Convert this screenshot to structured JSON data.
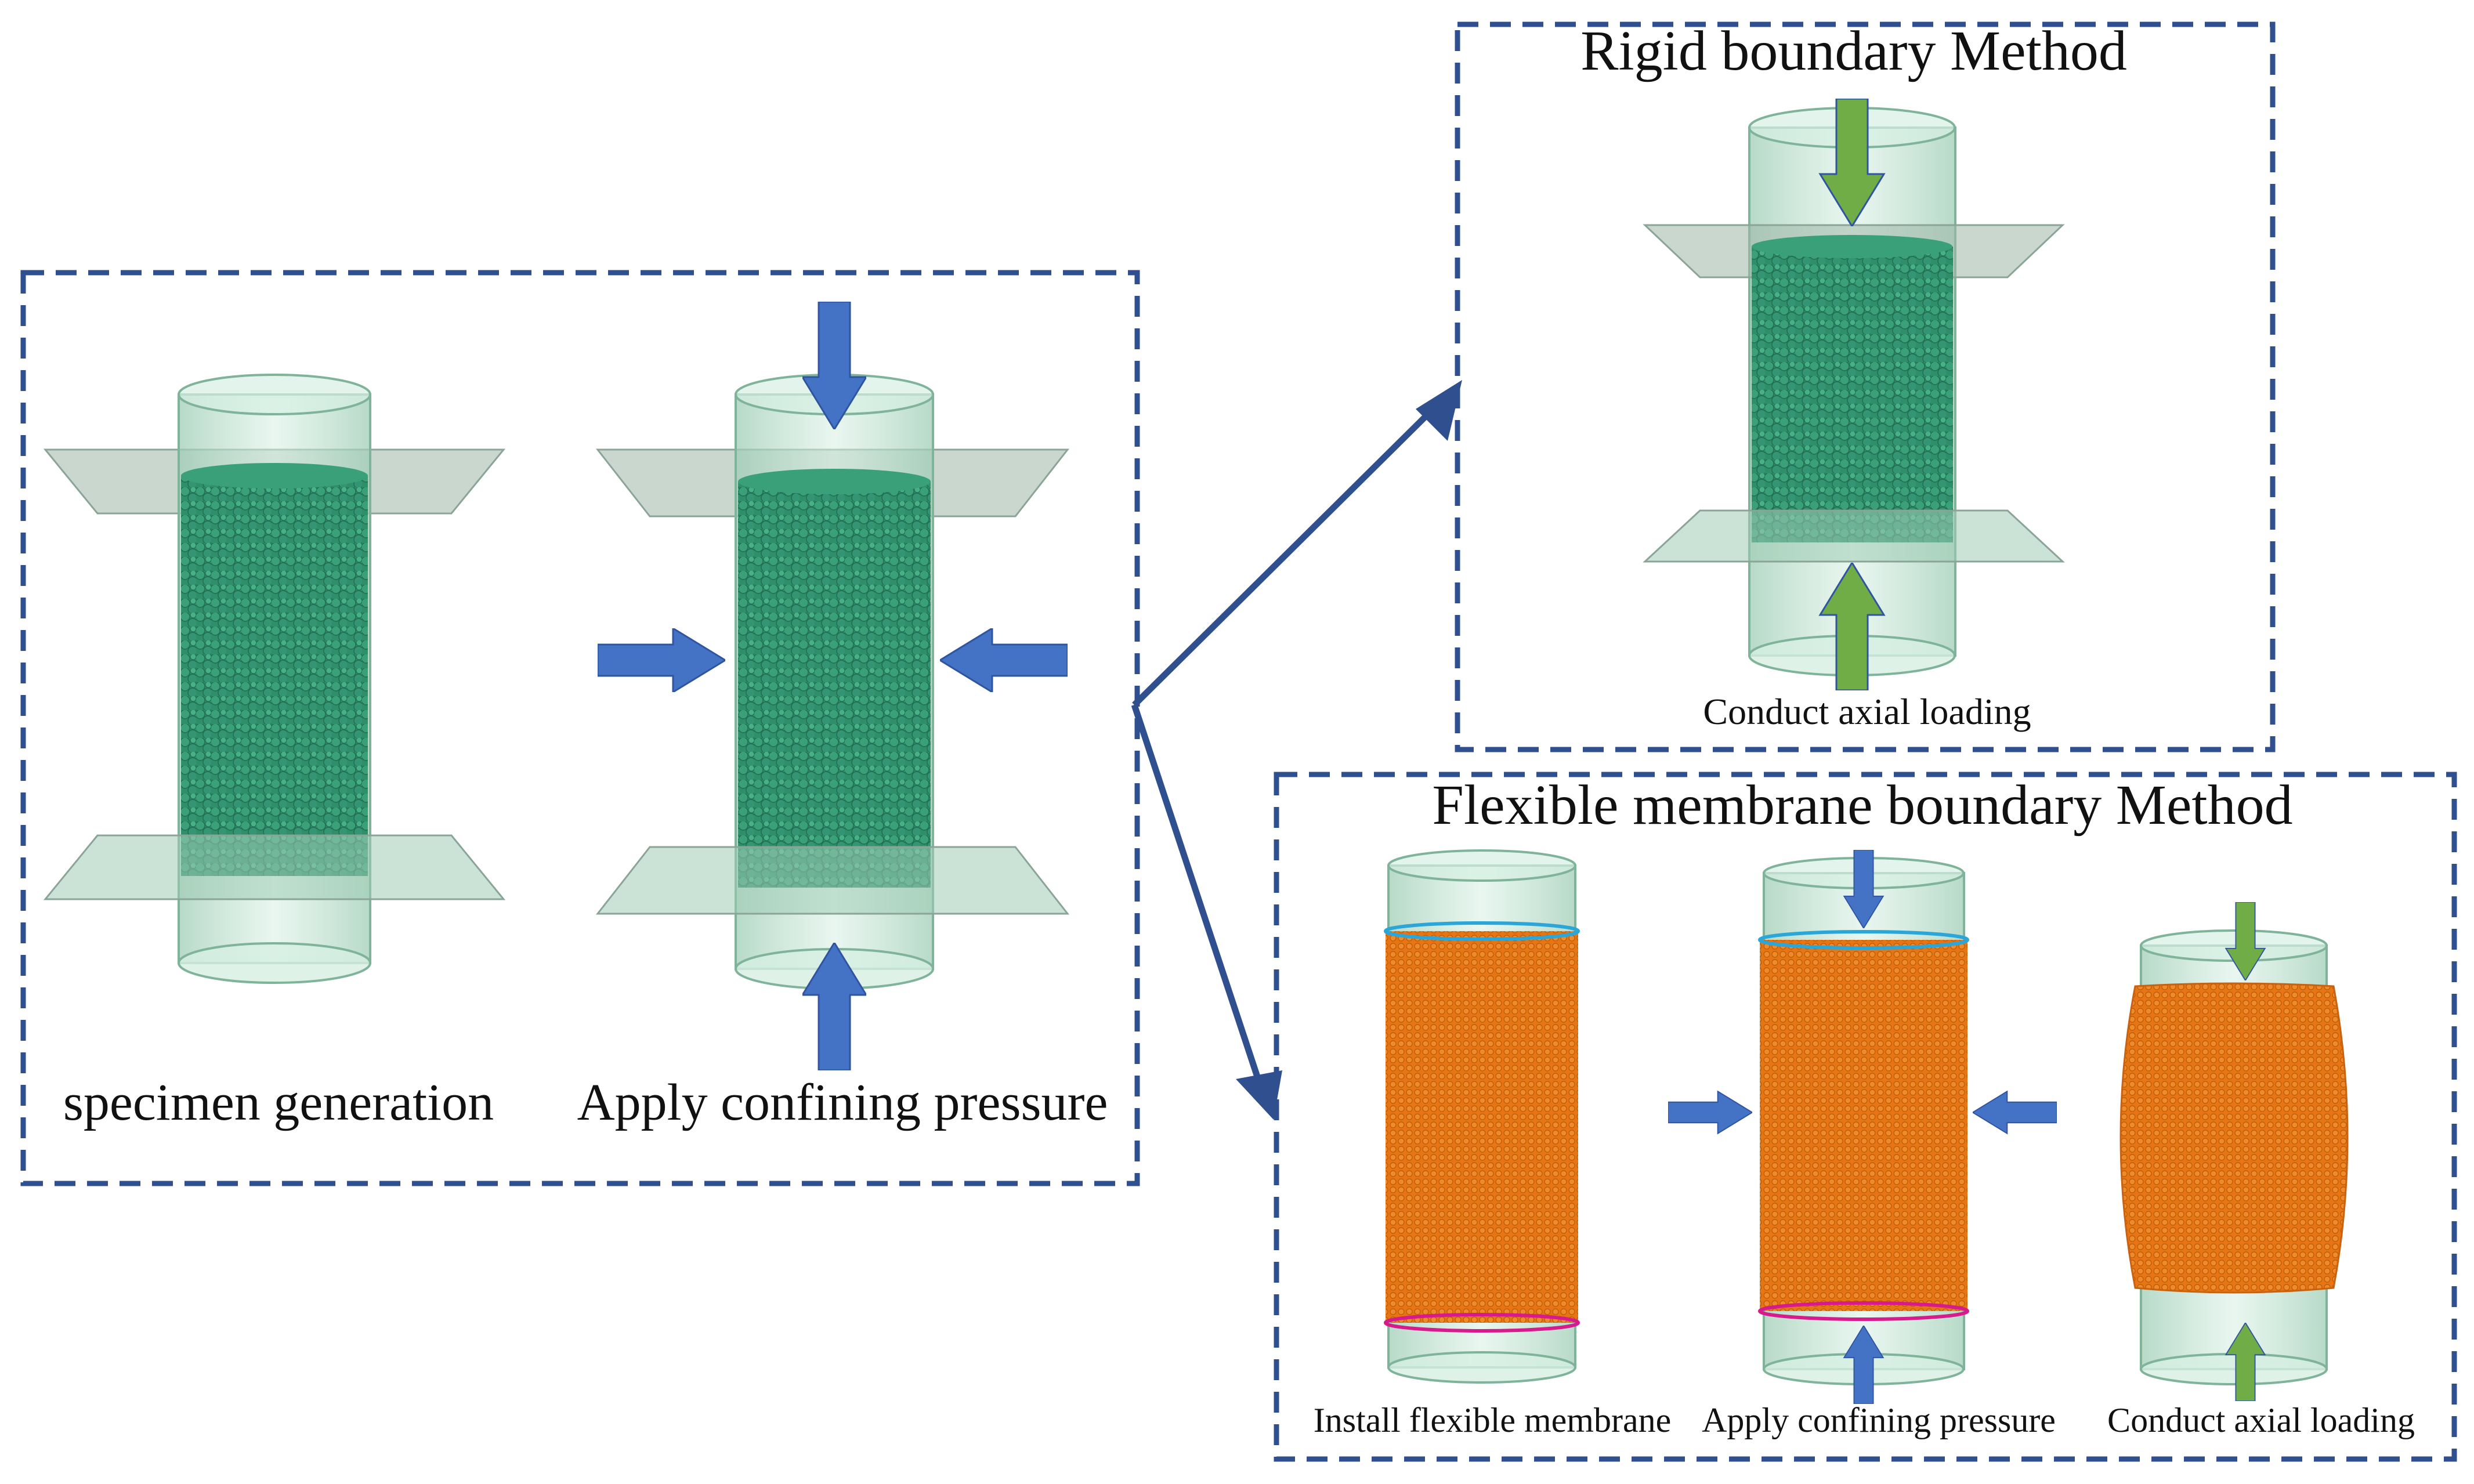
{
  "panels": {
    "setup": {
      "specimen_label": "specimen generation",
      "confining_label": "Apply confining pressure"
    },
    "rigid": {
      "title": "Rigid boundary Method",
      "loading_label": "Conduct axial loading"
    },
    "flexible": {
      "title": "Flexible membrane boundary Method",
      "install_label": "Install flexible membrane",
      "confining_label": "Apply confining pressure",
      "loading_label": "Conduct axial loading"
    }
  },
  "colors": {
    "frame_dash": "#2f4f8f",
    "cylinder_fill": "#bfe0cf",
    "cylinder_edge": "#7fb39a",
    "particles": "#2f8f6a",
    "plate": "#9fb7a8",
    "membrane": "#e87513",
    "top_ring": "#2aa7d8",
    "bottom_ring": "#d81b8c",
    "arrow_blue": "#4472c4",
    "arrow_green": "#70ad47",
    "connector": "#2f4f8f"
  },
  "icons": {
    "confining_arrow": "blue-block-arrow-icon",
    "axial_arrow": "green-block-arrow-icon"
  }
}
